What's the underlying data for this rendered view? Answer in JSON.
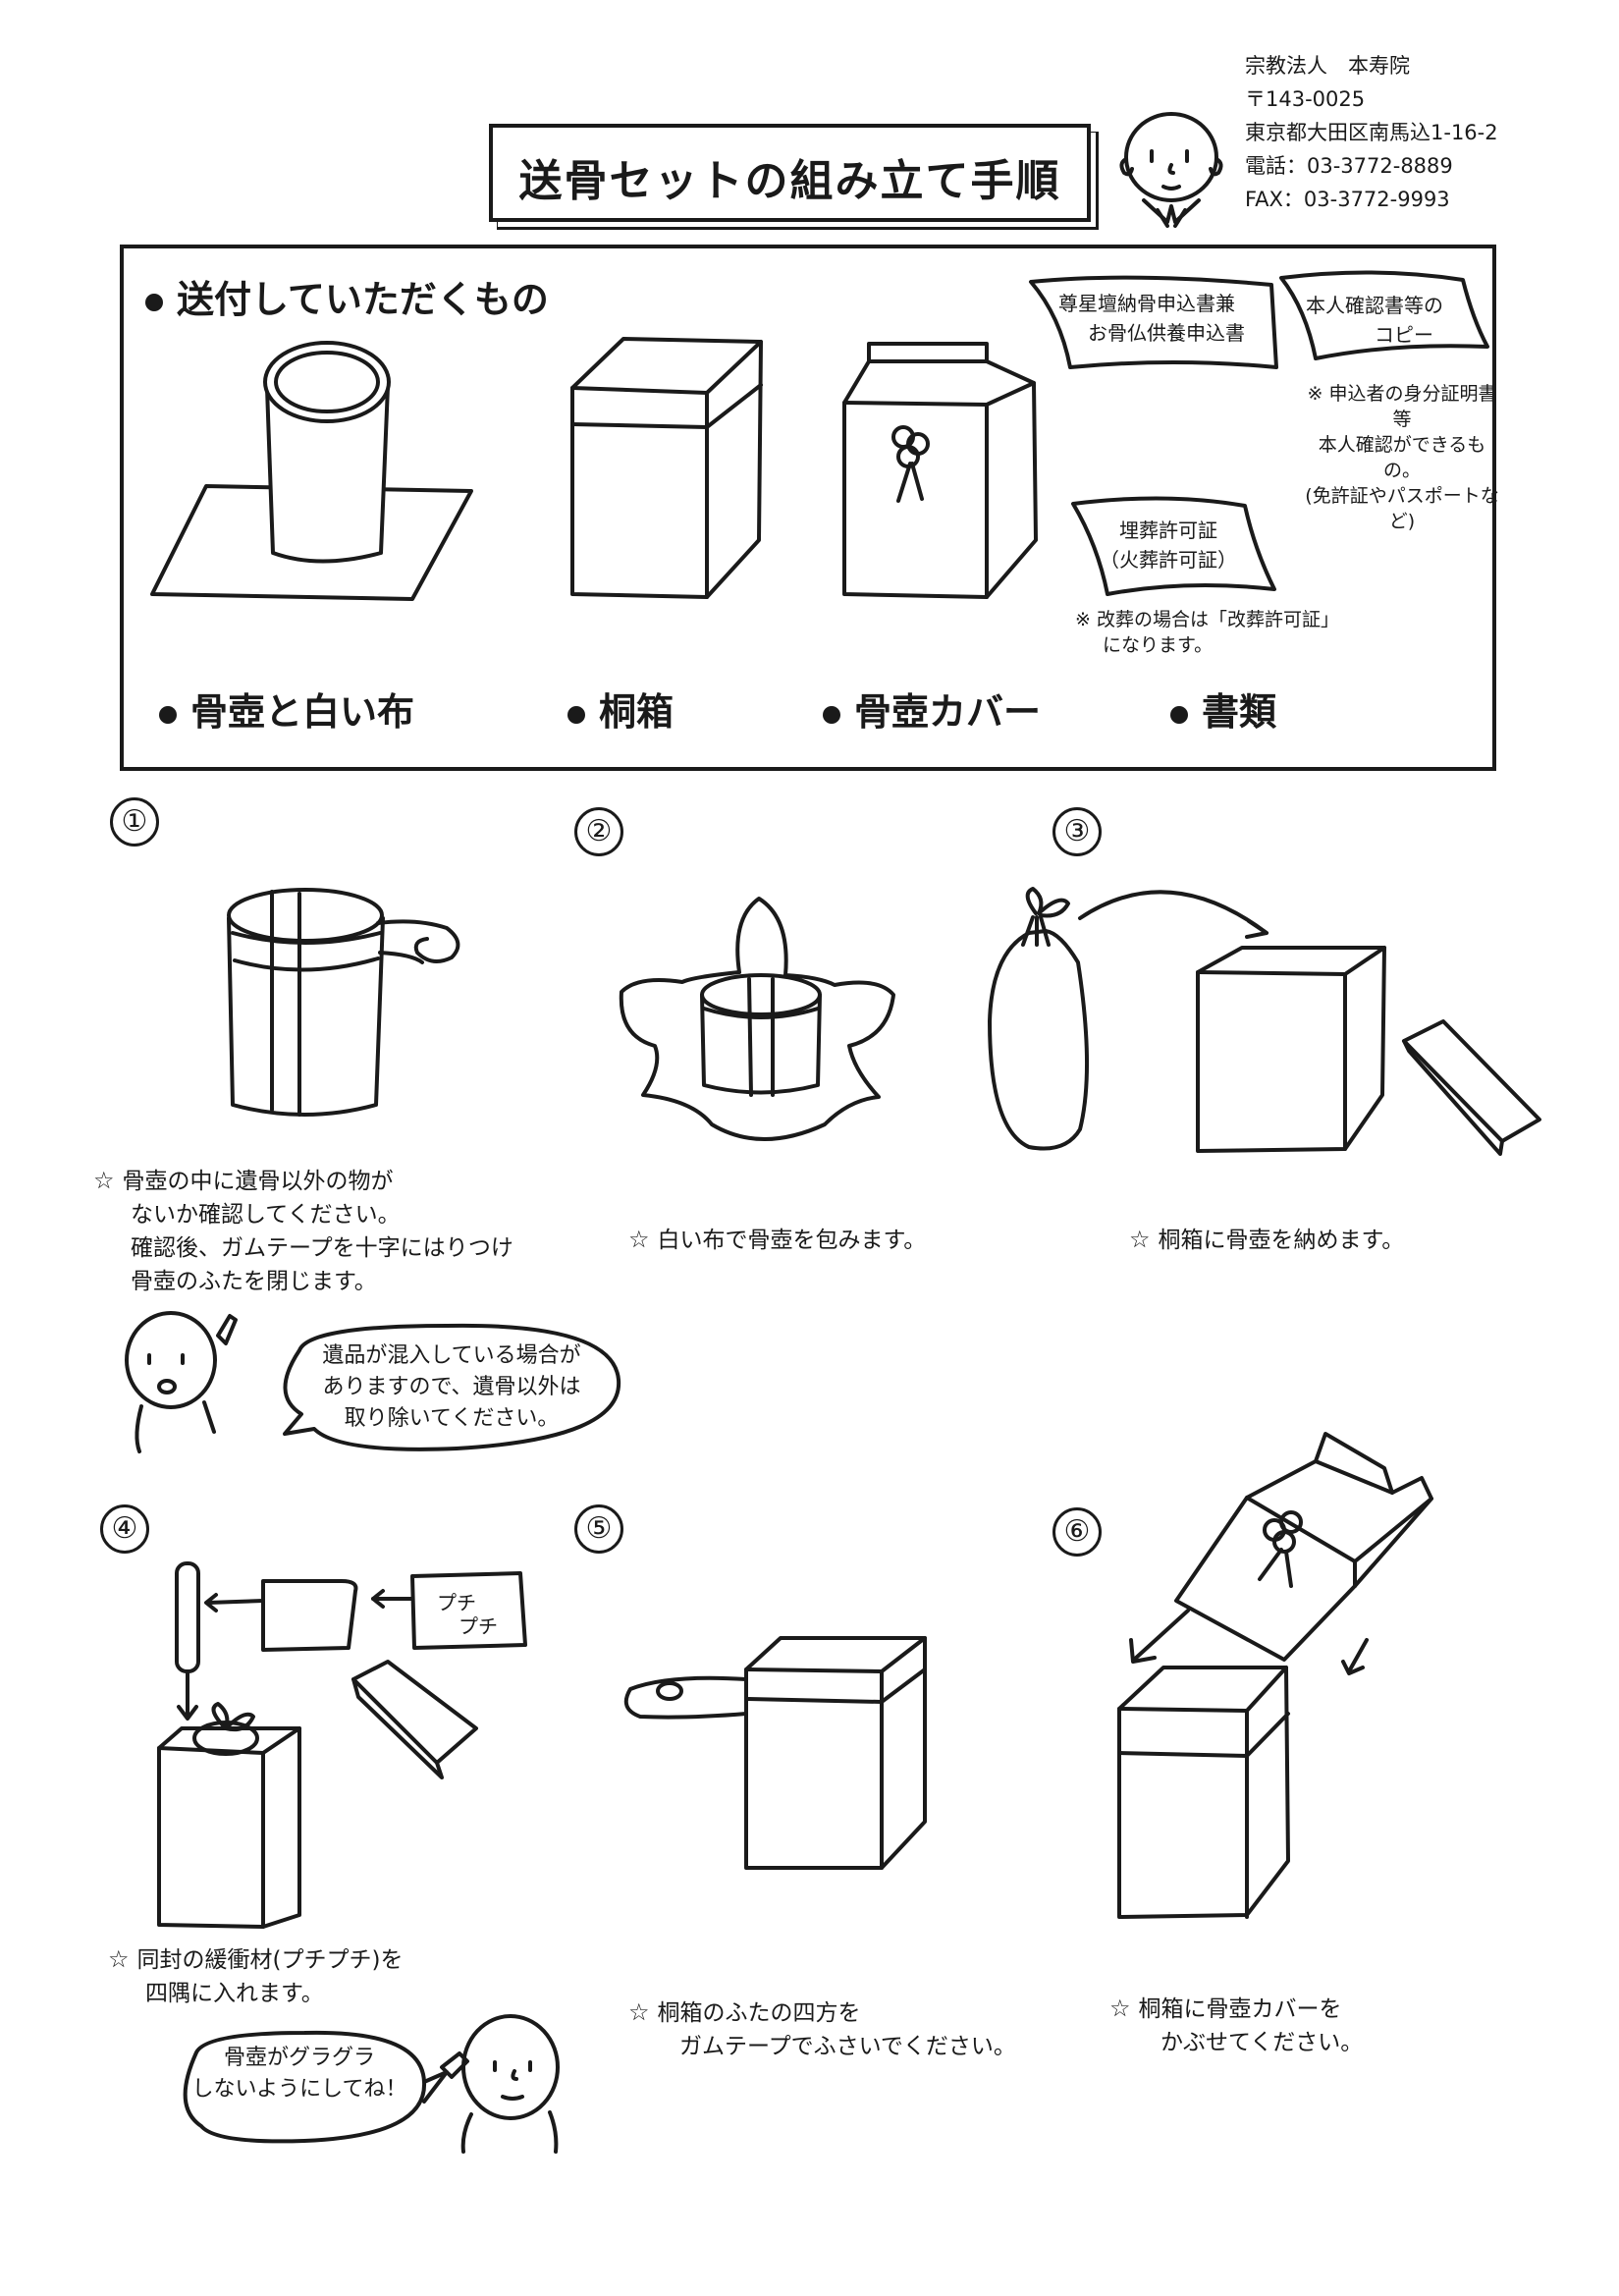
{
  "header": {
    "title": "送骨セットの組み立て手順",
    "org_lines": [
      "宗教法人　本寿院",
      "〒143-0025",
      "東京都大田区南馬込1-16-2",
      "電話：03-3772-8889",
      "FAX：03-3772-9993"
    ]
  },
  "items_section": {
    "heading": "送付していただくもの",
    "items": [
      "骨壺と白い布",
      "桐箱",
      "骨壺カバー",
      "書類"
    ],
    "doc_cards": {
      "application": [
        "尊星壇納骨申込書兼",
        "お骨仏供養申込書"
      ],
      "id_copy": [
        "本人確認書等の",
        "コピー"
      ],
      "burial_permit": [
        "埋葬許可証",
        "（火葬許可証）"
      ]
    },
    "notes": {
      "id_note": [
        "※ 申込者の身分証明書等",
        "本人確認ができるもの。",
        "(免許証やパスポートなど)"
      ],
      "reburial_note": [
        "※ 改葬の場合は「改葬許可証」",
        "になります。"
      ]
    }
  },
  "steps": [
    {
      "number": "①",
      "lines": [
        "骨壺の中に遺骨以外の物が",
        "ないか確認してください。",
        "確認後、ガムテープを十字にはりつけ",
        "骨壺のふたを閉じます。"
      ]
    },
    {
      "number": "②",
      "lines": [
        "白い布で骨壺を包みます。"
      ]
    },
    {
      "number": "③",
      "lines": [
        "桐箱に骨壺を納めます。"
      ]
    },
    {
      "number": "④",
      "lines": [
        "同封の緩衝材(プチプチ)を",
        "四隅に入れます。"
      ]
    },
    {
      "number": "⑤",
      "lines": [
        "桐箱のふたの四方を",
        "ガムテープでふさいでください。"
      ]
    },
    {
      "number": "⑥",
      "lines": [
        "桐箱に骨壺カバーを",
        "かぶせてください。"
      ]
    }
  ],
  "bubbles": {
    "bubble1": [
      "遺品が混入している場合が",
      "ありますので、遺骨以外は",
      "取り除いてください。"
    ],
    "bubble2": [
      "骨壺がグラグラ",
      "しないようにしてね！"
    ]
  },
  "bubble_wrap_label": [
    "プチ",
    "プチ"
  ],
  "star_symbol": "☆"
}
